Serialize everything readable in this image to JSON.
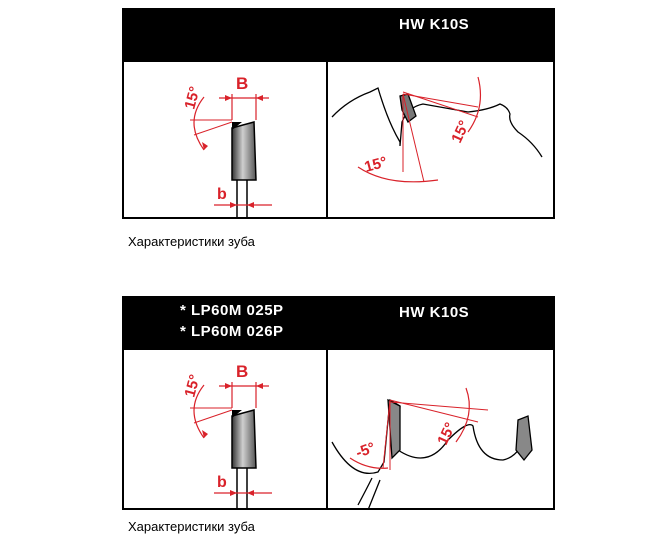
{
  "top": {
    "header_right": "HW  K10S",
    "labels": {
      "B": "B",
      "b": "b",
      "angle_left": "15°",
      "angle_a": "15°",
      "angle_b": "15°"
    },
    "caption": "Характеристики зуба"
  },
  "bottom": {
    "header_left": [
      "* LP60M  025P",
      "* LP60M  026P"
    ],
    "header_right": "HW  K10S",
    "labels": {
      "B": "B",
      "b": "b",
      "angle_left": "15°",
      "angle_neg": "-5°",
      "angle_b": "15°"
    },
    "caption": "Характеристики зуба"
  },
  "colors": {
    "accent": "#d9222a",
    "frame": "#000000"
  }
}
